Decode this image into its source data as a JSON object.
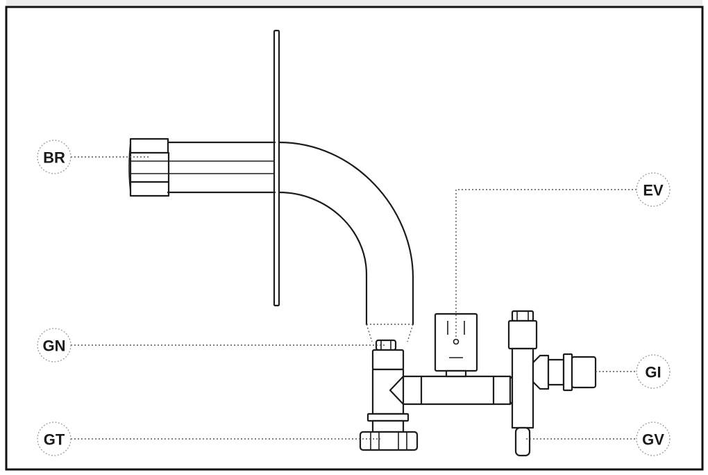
{
  "callouts": {
    "br": "BR",
    "ev": "EV",
    "gn": "GN",
    "gi": "GI",
    "gt": "GT",
    "gv": "GV"
  },
  "colors": {
    "line": "#1c1c1c",
    "leader": "#555555",
    "frame": "#111111"
  }
}
